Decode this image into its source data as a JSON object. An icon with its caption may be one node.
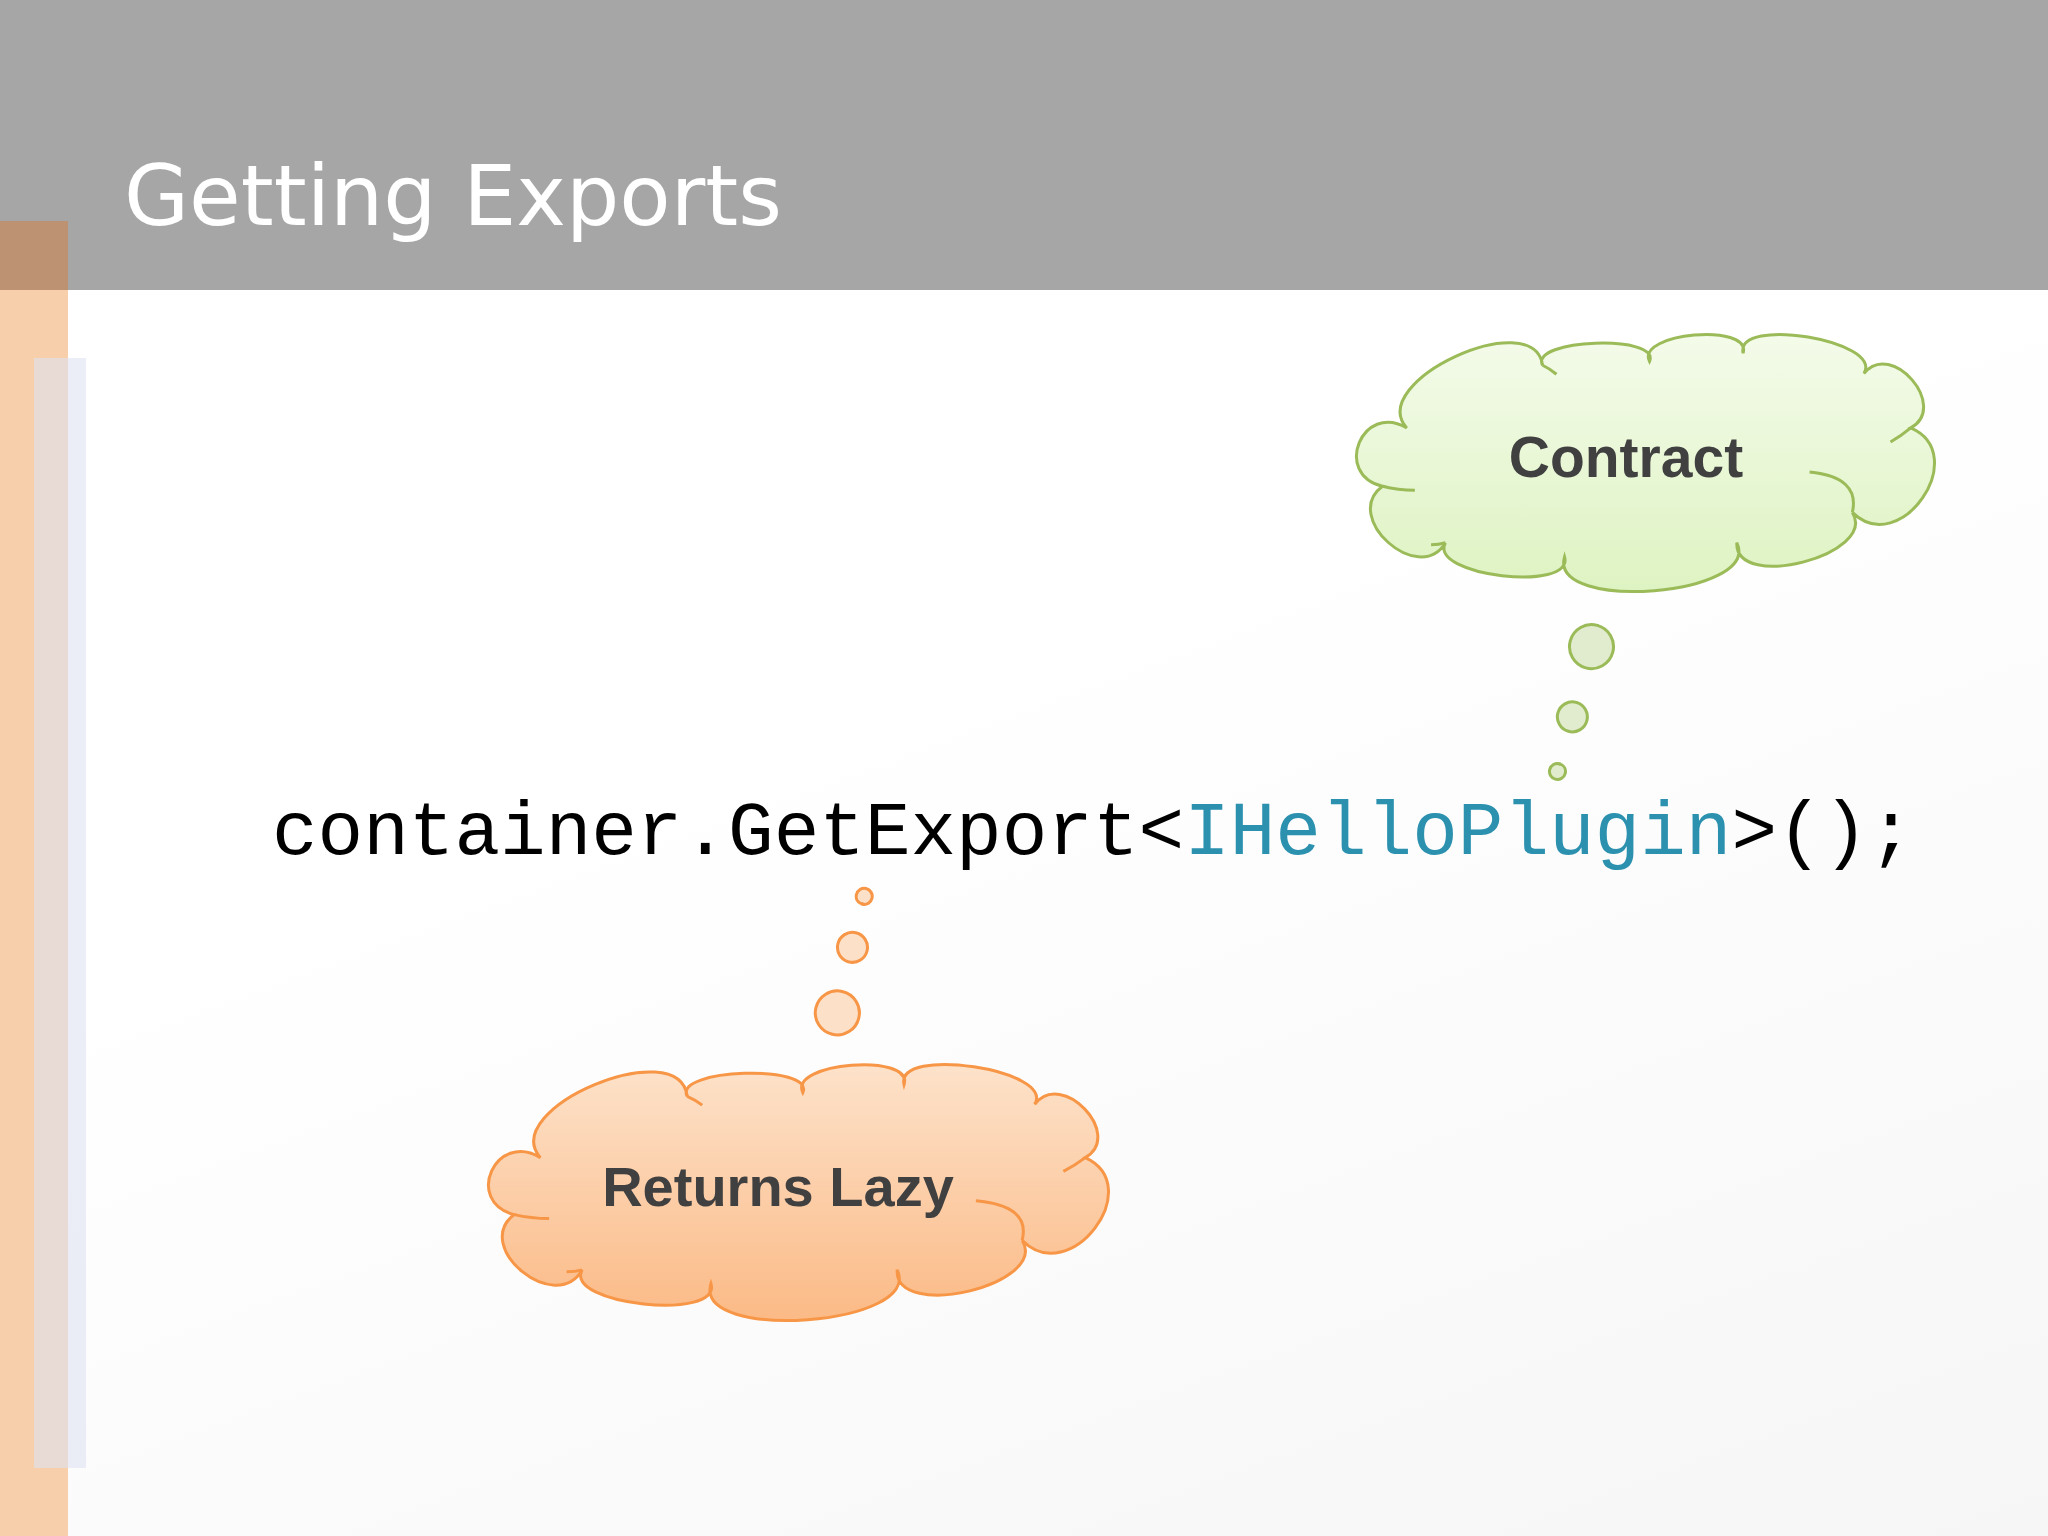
{
  "diagram": {
    "title": "Getting Exports",
    "nodes": [
      {
        "text": [
          "Contract"
        ]
      },
      {
        "text": [
          "container.GetExport<IHelloPlugin>();"
        ]
      },
      {
        "text": [
          "Returns Lazy"
        ]
      }
    ],
    "edges": [
      {
        "from": 0,
        "to": 1,
        "arrow": "none",
        "color": "#9bbb59"
      },
      {
        "from": 2,
        "to": 1,
        "arrow": "none",
        "color": "#f79646"
      }
    ]
  }
}
